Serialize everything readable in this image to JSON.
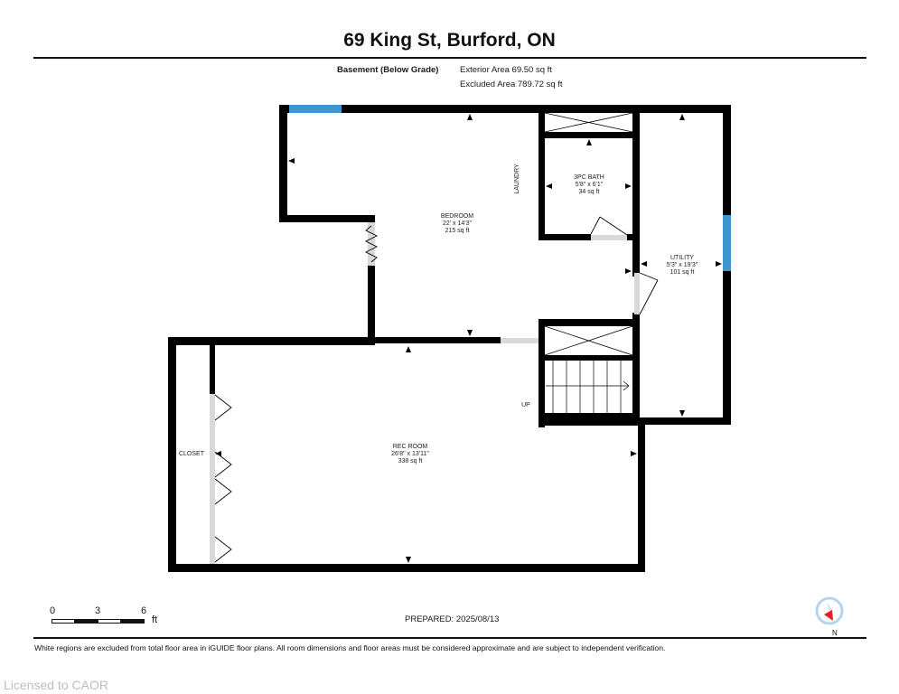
{
  "header": {
    "title": "69 King St, Burford, ON"
  },
  "level_summary": {
    "level_name": "Basement (Below Grade)",
    "exterior_area": "Exterior Area 69.50 sq ft",
    "excluded_area": "Excluded Area 789.72 sq ft"
  },
  "rooms": [
    {
      "name": "BEDROOM",
      "dimensions": "22' x 14'3\"",
      "area": "215 sq ft"
    },
    {
      "name": "3PC BATH",
      "dimensions": "5'8\" x 6'1\"",
      "area": "34 sq ft"
    },
    {
      "name": "UTILITY",
      "dimensions": "5'3\" x 19'3\"",
      "area": "101 sq ft"
    },
    {
      "name": "REC ROOM",
      "dimensions": "26'8\" x 13'11\"",
      "area": "338 sq ft"
    },
    {
      "name": "CLOSET"
    },
    {
      "name": "LAUNDRY"
    }
  ],
  "labels": {
    "stairs_up": "UP"
  },
  "colors": {
    "wall": "#000000",
    "window": "#3f96cf",
    "opening": "#d9d9d9",
    "compass_red": "#e31e24",
    "compass_ring": "#b8d4ec"
  },
  "scale_bar": {
    "tick_0": "0",
    "tick_3": "3",
    "tick_6": "6",
    "unit": "ft"
  },
  "footer": {
    "prepared": "PREPARED: 2025/08/13",
    "compass_label": "N",
    "disclaimer": "White regions are excluded from total floor area in iGUIDE floor plans. All room dimensions and floor areas must be considered approximate and are subject to independent verification.",
    "license": "Licensed to CAOR"
  }
}
